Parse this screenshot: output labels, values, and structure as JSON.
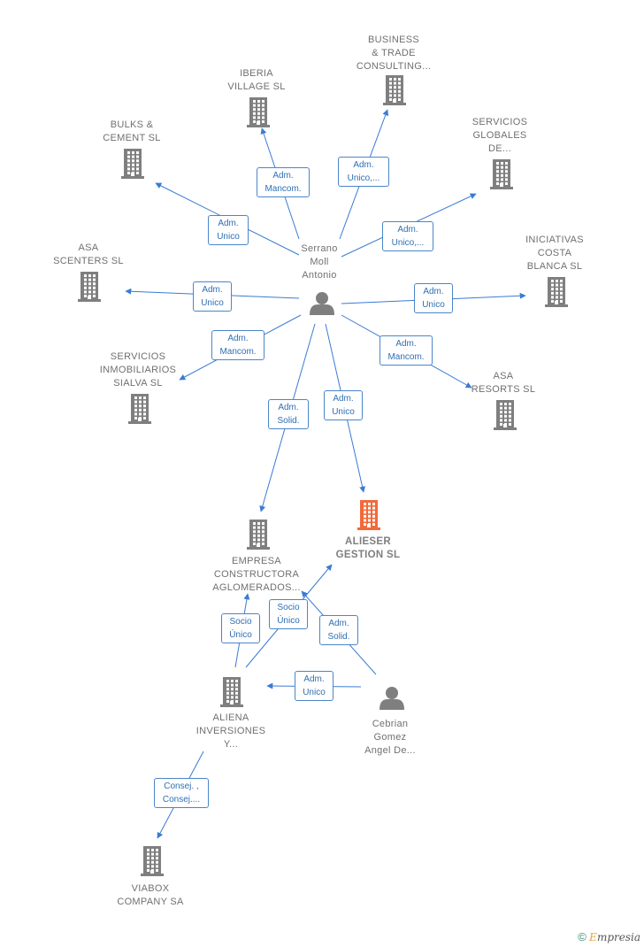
{
  "colors": {
    "edge": "#3a7bd5",
    "company": "#7f7f7f",
    "focus": "#f26a3a",
    "person": "#7f7f7f",
    "pill_border": "#4a86c8",
    "pill_text": "#2e6fb5"
  },
  "nodes": [
    {
      "id": "business",
      "label": "BUSINESS\n& TRADE\nCONSULTING...",
      "icon": "building-icon"
    },
    {
      "id": "iberia",
      "label": "IBERIA\nVILLAGE SL",
      "icon": "building-icon"
    },
    {
      "id": "bulks",
      "label": "BULKS &\nCEMENT  SL",
      "icon": "building-icon"
    },
    {
      "id": "servicios_globales",
      "label": "SERVICIOS\nGLOBALES\nDE...",
      "icon": "building-icon"
    },
    {
      "id": "asa_scenters",
      "label": "ASA\nSCENTERS  SL",
      "icon": "building-icon"
    },
    {
      "id": "iniciativas",
      "label": "INICIATIVAS\nCOSTA\nBLANCA  SL",
      "icon": "building-icon"
    },
    {
      "id": "serrano",
      "label": "Serrano\nMoll\nAntonio",
      "icon": "person-icon"
    },
    {
      "id": "sialva",
      "label": "SERVICIOS\nINMOBILIARIOS\nSIALVA  SL",
      "icon": "building-icon"
    },
    {
      "id": "asa_resorts",
      "label": "ASA\nRESORTS  SL",
      "icon": "building-icon"
    },
    {
      "id": "alieser",
      "label": "ALIESER\nGESTION  SL",
      "icon": "building-icon"
    },
    {
      "id": "empresa",
      "label": "EMPRESA\nCONSTRUCTORA\nAGLOMERADOS...",
      "icon": "building-icon"
    },
    {
      "id": "aliena",
      "label": "ALIENA\nINVERSIONES\nY...",
      "icon": "building-icon"
    },
    {
      "id": "cebrian",
      "label": "Cebrian\nGomez\nAngel De...",
      "icon": "person-icon"
    },
    {
      "id": "viabox",
      "label": "VIABOX\nCOMPANY SA",
      "icon": "building-icon"
    }
  ],
  "edges": [
    {
      "label": "Adm.\nMancom."
    },
    {
      "label": "Adm.\nUnico,..."
    },
    {
      "label": "Adm.\nUnico"
    },
    {
      "label": "Adm.\nUnico,..."
    },
    {
      "label": "Adm.\nUnico"
    },
    {
      "label": "Adm.\nUnico"
    },
    {
      "label": "Adm.\nMancom."
    },
    {
      "label": "Adm.\nMancom."
    },
    {
      "label": "Adm.\nSolid."
    },
    {
      "label": "Adm.\nUnico"
    },
    {
      "label": "Socio\nÚnico"
    },
    {
      "label": "Socio\nÚnico"
    },
    {
      "label": "Adm.\nSolid."
    },
    {
      "label": "Adm.\nUnico"
    },
    {
      "label": "Consej. ,\nConsej...."
    }
  ],
  "footer": {
    "copyright": "©",
    "brand_e": "E",
    "brand_rest": "mpresia"
  }
}
